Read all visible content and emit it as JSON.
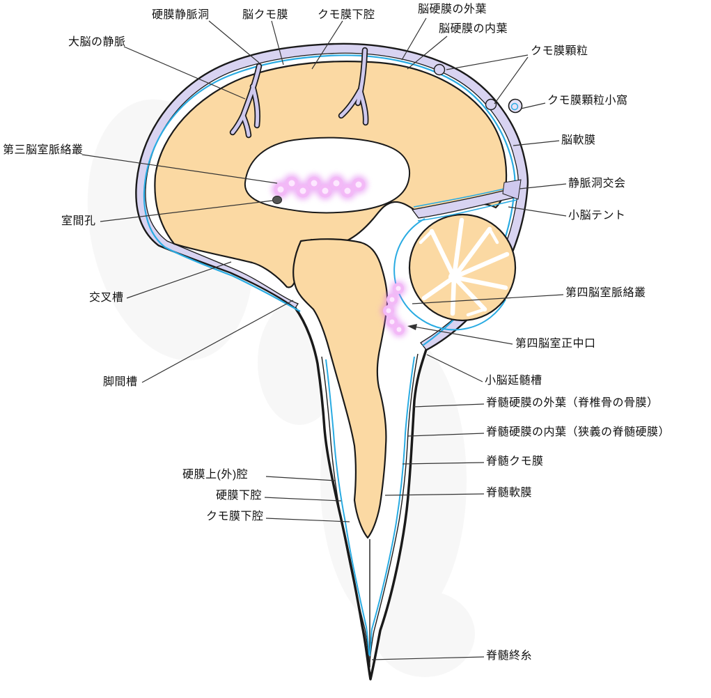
{
  "diagram": {
    "type": "anatomical-sagittal-section",
    "language": "ja"
  },
  "colors": {
    "outline": "#1a1a1a",
    "dura_lavender": "#d8d3f1",
    "brain_peach": "#fbd9a3",
    "csf_blue": "#29abe2",
    "plexus_magenta": "#e07bf0",
    "leader_line": "#333333",
    "label_text": "#111111",
    "background": "#ffffff"
  },
  "labels": [
    {
      "id": "dural-venous-sinus",
      "text": "硬膜静脈洞"
    },
    {
      "id": "cerebral-arachnoid",
      "text": "脳クモ膜"
    },
    {
      "id": "subarachnoid-space-cranial",
      "text": "クモ膜下腔"
    },
    {
      "id": "cranial-dura-outer-layer",
      "text": "脳硬膜の外葉"
    },
    {
      "id": "cranial-dura-inner-layer",
      "text": "脳硬膜の内葉"
    },
    {
      "id": "cerebral-vein",
      "text": "大脳の静脈"
    },
    {
      "id": "arachnoid-granulation",
      "text": "クモ膜顆粒"
    },
    {
      "id": "granular-foveola",
      "text": "クモ膜顆粒小窩"
    },
    {
      "id": "cerebral-pia",
      "text": "脳軟膜"
    },
    {
      "id": "confluence-of-sinuses",
      "text": "静脈洞交会"
    },
    {
      "id": "tentorium-cerebelli",
      "text": "小脳テント"
    },
    {
      "id": "choroid-plexus-third-ventricle",
      "text": "第三脳室脈絡叢"
    },
    {
      "id": "interventricular-foramen",
      "text": "室間孔"
    },
    {
      "id": "chiasmatic-cistern",
      "text": "交叉槽"
    },
    {
      "id": "interpeduncular-cistern",
      "text": "脚間槽"
    },
    {
      "id": "choroid-plexus-fourth-ventricle",
      "text": "第四脳室脈絡叢"
    },
    {
      "id": "median-aperture-fourth-ventricle",
      "text": "第四脳室正中口"
    },
    {
      "id": "cerebellomedullary-cistern",
      "text": "小脳延髄槽"
    },
    {
      "id": "spinal-dura-outer-layer",
      "text": "脊髄硬膜の外葉（脊椎骨の骨膜）"
    },
    {
      "id": "spinal-dura-inner-layer",
      "text": "脊髄硬膜の内葉（狭義の脊髄硬膜）"
    },
    {
      "id": "spinal-arachnoid",
      "text": "脊髄クモ膜"
    },
    {
      "id": "spinal-pia",
      "text": "脊髄軟膜"
    },
    {
      "id": "epidural-space",
      "text": "硬膜上(外)腔"
    },
    {
      "id": "subdural-space",
      "text": "硬膜下腔"
    },
    {
      "id": "subarachnoid-space-spinal",
      "text": "クモ膜下腔"
    },
    {
      "id": "filum-terminale",
      "text": "脊髄終糸"
    }
  ]
}
